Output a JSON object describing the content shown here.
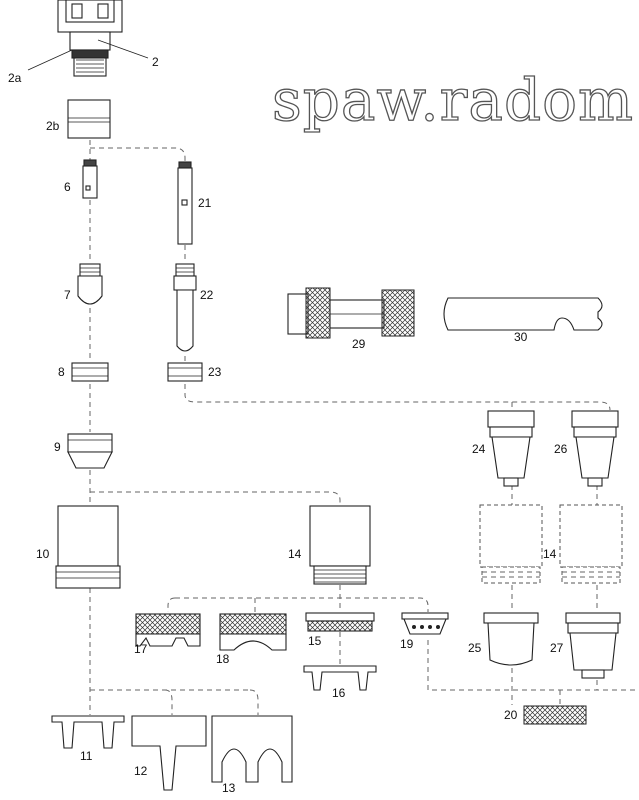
{
  "watermark": "spaw.radom",
  "labels": {
    "p2": "2",
    "p2a": "2a",
    "p2b": "2b",
    "p6": "6",
    "p7": "7",
    "p8": "8",
    "p9": "9",
    "p10": "10",
    "p11": "11",
    "p12": "12",
    "p13": "13",
    "p14": "14",
    "p14b": "14",
    "p15": "15",
    "p16": "16",
    "p17": "17",
    "p18": "18",
    "p19": "19",
    "p20": "20",
    "p21": "21",
    "p22": "22",
    "p23": "23",
    "p24": "24",
    "p25": "25",
    "p26": "26",
    "p27": "27",
    "p29": "29",
    "p30": "30"
  }
}
